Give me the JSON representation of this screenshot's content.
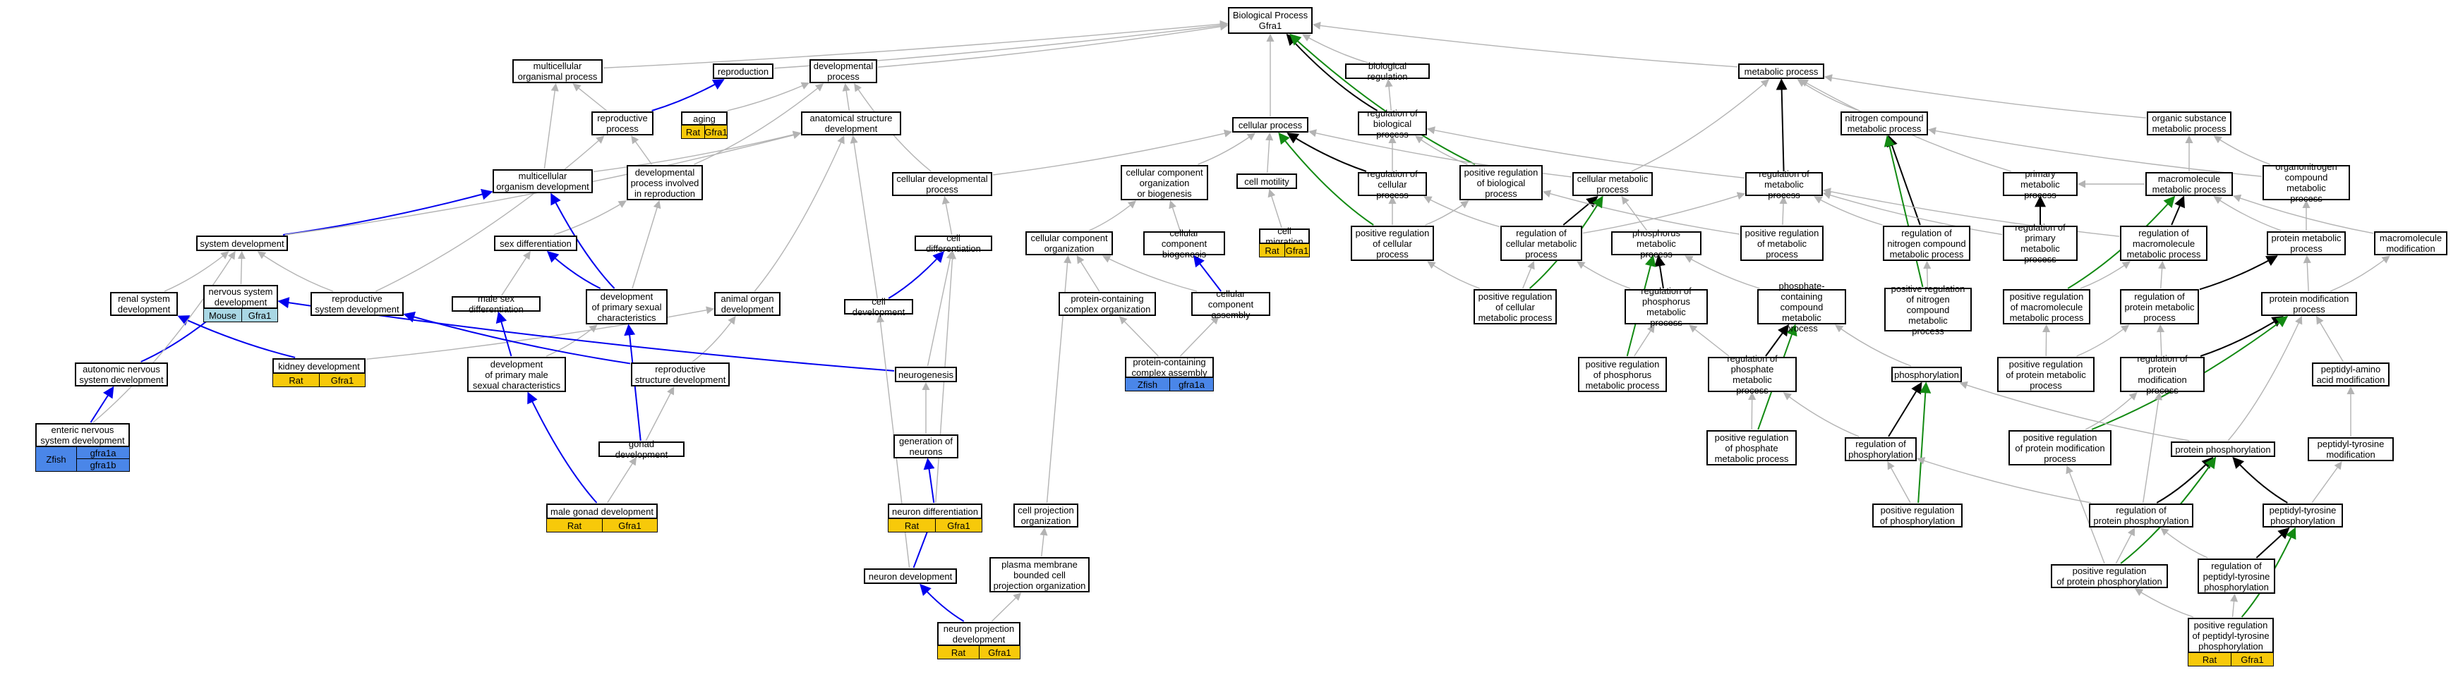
{
  "nodes": [
    {
      "id": "bp",
      "label": "Biological Process\nGfra1"
    },
    {
      "id": "multiorg",
      "label": "multicellular\norganismal process"
    },
    {
      "id": "reproduction",
      "label": "reproduction"
    },
    {
      "id": "devproc",
      "label": "developmental\nprocess"
    },
    {
      "id": "aging",
      "label": "aging"
    },
    {
      "id": "reproproc",
      "label": "reproductive\nprocess"
    },
    {
      "id": "anatdev",
      "label": "anatomical structure\ndevelopment"
    },
    {
      "id": "cellproc",
      "label": "cellular process"
    },
    {
      "id": "bioreg",
      "label": "biological regulation"
    },
    {
      "id": "regbio",
      "label": "regulation of\nbiological process"
    },
    {
      "id": "posregbio",
      "label": "positive regulation\nof biological\nprocess"
    },
    {
      "id": "metproc",
      "label": "metabolic process"
    },
    {
      "id": "multiorgdev",
      "label": "multicellular\norganism development"
    },
    {
      "id": "devrepro",
      "label": "developmental\nprocess involved\nin reproduction"
    },
    {
      "id": "celldevproc",
      "label": "cellular developmental\nprocess"
    },
    {
      "id": "ccob",
      "label": "cellular component\norganization\nor biogenesis"
    },
    {
      "id": "cellmotility",
      "label": "cell motility"
    },
    {
      "id": "regcell",
      "label": "regulation of\ncellular process"
    },
    {
      "id": "cellmet",
      "label": "cellular metabolic\nprocess"
    },
    {
      "id": "regmet",
      "label": "regulation of\nmetabolic process"
    },
    {
      "id": "ncmet",
      "label": "nitrogen compound\nmetabolic process"
    },
    {
      "id": "primmet",
      "label": "primary metabolic\nprocess"
    },
    {
      "id": "orgsubmet",
      "label": "organic substance\nmetabolic process"
    },
    {
      "id": "macromet",
      "label": "macromolecule\nmetabolic process"
    },
    {
      "id": "orgnitmet",
      "label": "organonitrogen\ncompound metabolic\nprocess"
    },
    {
      "id": "sysdev",
      "label": "system development"
    },
    {
      "id": "sexdiff",
      "label": "sex differentiation"
    },
    {
      "id": "celldiff",
      "label": "cell differentiation"
    },
    {
      "id": "ccorg",
      "label": "cellular component\norganization"
    },
    {
      "id": "ccbio",
      "label": "cellular component\nbiogenesis"
    },
    {
      "id": "cellmig",
      "label": "cell migration"
    },
    {
      "id": "posregcell",
      "label": "positive regulation\nof cellular\nprocess"
    },
    {
      "id": "regcellmet",
      "label": "regulation of\ncellular metabolic\nprocess"
    },
    {
      "id": "phosmet",
      "label": "phosphorus metabolic\nprocess"
    },
    {
      "id": "posregmet",
      "label": "positive regulation\nof metabolic\nprocess"
    },
    {
      "id": "regncmet",
      "label": "regulation of\nnitrogen compound\nmetabolic process"
    },
    {
      "id": "regprimmet",
      "label": "regulation of\nprimary metabolic\nprocess"
    },
    {
      "id": "regmacromet",
      "label": "regulation of\nmacromolecule\nmetabolic process"
    },
    {
      "id": "protmet",
      "label": "protein metabolic\nprocess"
    },
    {
      "id": "macromod",
      "label": "macromolecule\nmodification"
    },
    {
      "id": "renalsys",
      "label": "renal system\ndevelopment"
    },
    {
      "id": "nervsys",
      "label": "nervous system\ndevelopment"
    },
    {
      "id": "reprosys",
      "label": "reproductive\nsystem development"
    },
    {
      "id": "malesexdiff",
      "label": "male sex differentiation"
    },
    {
      "id": "devprimsex",
      "label": "development\nof primary sexual\ncharacteristics"
    },
    {
      "id": "animalorgan",
      "label": "animal organ\ndevelopment"
    },
    {
      "id": "celldev",
      "label": "cell development"
    },
    {
      "id": "pcco",
      "label": "protein-containing\ncomplex organization"
    },
    {
      "id": "ccassembly",
      "label": "cellular component\nassembly"
    },
    {
      "id": "posregcellmet",
      "label": "positive regulation\nof cellular\nmetabolic process"
    },
    {
      "id": "regphosmet",
      "label": "regulation of\nphosphorus metabolic\nprocess"
    },
    {
      "id": "phoscmpd",
      "label": "phosphate-containing\ncompound metabolic\nprocess"
    },
    {
      "id": "posregncmet",
      "label": "positive regulation\nof nitrogen\ncompound metabolic\nprocess"
    },
    {
      "id": "posregmacromet",
      "label": "positive regulation\nof macromolecule\nmetabolic process"
    },
    {
      "id": "regprotmet",
      "label": "regulation of\nprotein metabolic\nprocess"
    },
    {
      "id": "protmod",
      "label": "protein modification\nprocess"
    },
    {
      "id": "autonomic",
      "label": "autonomic nervous\nsystem development"
    },
    {
      "id": "kidney",
      "label": "kidney development"
    },
    {
      "id": "devprimmale",
      "label": "development\nof primary male\nsexual characteristics"
    },
    {
      "id": "reprostruct",
      "label": "reproductive\nstructure development"
    },
    {
      "id": "neurogenesis",
      "label": "neurogenesis"
    },
    {
      "id": "pcca",
      "label": "protein-containing\ncomplex assembly"
    },
    {
      "id": "posregphosmet",
      "label": "positive regulation\nof phosphorus\nmetabolic process"
    },
    {
      "id": "regphosphate",
      "label": "regulation of\nphosphate metabolic\nprocess"
    },
    {
      "id": "phosphorylation",
      "label": "phosphorylation"
    },
    {
      "id": "posregprotmet",
      "label": "positive regulation\nof protein metabolic\nprocess"
    },
    {
      "id": "regprotmod",
      "label": "regulation of\nprotein modification\nprocess"
    },
    {
      "id": "peptaa",
      "label": "peptidyl-amino\nacid modification"
    },
    {
      "id": "enteric",
      "label": "enteric nervous\nsystem development"
    },
    {
      "id": "gonaddev",
      "label": "gonad development"
    },
    {
      "id": "genneur",
      "label": "generation of\nneurons"
    },
    {
      "id": "posregphosphate",
      "label": "positive regulation\nof phosphate\nmetabolic process"
    },
    {
      "id": "regphosph",
      "label": "regulation of\nphosphorylation"
    },
    {
      "id": "posregprotmod",
      "label": "positive regulation\nof protein modification\nprocess"
    },
    {
      "id": "protphos",
      "label": "protein phosphorylation"
    },
    {
      "id": "peptyr",
      "label": "peptidyl-tyrosine\nmodification"
    },
    {
      "id": "malegonad",
      "label": "male gonad development"
    },
    {
      "id": "neurdiff",
      "label": "neuron differentiation"
    },
    {
      "id": "cellproj",
      "label": "cell projection\norganization"
    },
    {
      "id": "posregphosph",
      "label": "positive regulation\nof phosphorylation"
    },
    {
      "id": "regprotphos",
      "label": "regulation of\nprotein phosphorylation"
    },
    {
      "id": "peptyrphos",
      "label": "peptidyl-tyrosine\nphosphorylation"
    },
    {
      "id": "neurdev",
      "label": "neuron development"
    },
    {
      "id": "pmbcp",
      "label": "plasma membrane\nbounded cell\nprojection organization"
    },
    {
      "id": "posregprotphos",
      "label": "positive regulation\nof protein phosphorylation"
    },
    {
      "id": "regpeptyr",
      "label": "regulation of\npeptidyl-tyrosine\nphosphorylation"
    },
    {
      "id": "neurproj",
      "label": "neuron projection\ndevelopment"
    },
    {
      "id": "posregpeptyr",
      "label": "positive regulation\nof peptidyl-tyrosine\nphosphorylation"
    }
  ],
  "annotations": [
    {
      "node": "aging",
      "cells": [
        {
          "species": "Rat",
          "gene": "Gfra1"
        }
      ]
    },
    {
      "node": "cellmig",
      "cells": [
        {
          "species": "Rat",
          "gene": "Gfra1"
        }
      ]
    },
    {
      "node": "nervsys",
      "cells": [
        {
          "species": "Mouse",
          "gene": "Gfra1"
        }
      ]
    },
    {
      "node": "kidney",
      "cells": [
        {
          "species": "Rat",
          "gene": "Gfra1"
        }
      ]
    },
    {
      "node": "pcca",
      "cells": [
        {
          "species": "Zfish",
          "gene": "gfra1a"
        }
      ]
    },
    {
      "node": "enteric",
      "cells": [
        {
          "species": "Zfish",
          "gene": "gfra1a",
          "gene2": "gfra1b"
        }
      ]
    },
    {
      "node": "malegonad",
      "cells": [
        {
          "species": "Rat",
          "gene": "Gfra1"
        }
      ]
    },
    {
      "node": "neurdiff",
      "cells": [
        {
          "species": "Rat",
          "gene": "Gfra1"
        }
      ]
    },
    {
      "node": "neurproj",
      "cells": [
        {
          "species": "Rat",
          "gene": "Gfra1"
        }
      ]
    },
    {
      "node": "posregpeptyr",
      "cells": [
        {
          "species": "Rat",
          "gene": "Gfra1"
        }
      ]
    }
  ],
  "edge_colors": {
    "gray": "#b3b3b3",
    "black": "#000000",
    "blue": "#0000ee",
    "green": "#138a13"
  },
  "annotation_colors": {
    "Rat": "#f7c90a",
    "Zfish": "#4a86e8",
    "Mouse": "#a9d7e4"
  },
  "edges": [
    [
      "multiorg",
      "bp",
      "gray"
    ],
    [
      "reproduction",
      "bp",
      "gray"
    ],
    [
      "devproc",
      "bp",
      "gray"
    ],
    [
      "cellproc",
      "bp",
      "gray"
    ],
    [
      "bioreg",
      "bp",
      "gray"
    ],
    [
      "regbio",
      "bp",
      "black"
    ],
    [
      "posregbio",
      "bp",
      "green"
    ],
    [
      "metproc",
      "bp",
      "gray"
    ],
    [
      "reproproc",
      "reproduction",
      "blue"
    ],
    [
      "aging",
      "devproc",
      "gray"
    ],
    [
      "reproproc",
      "multiorg",
      "gray"
    ],
    [
      "anatdev",
      "devproc",
      "gray"
    ],
    [
      "multiorgdev",
      "multiorg",
      "gray"
    ],
    [
      "multiorgdev",
      "anatdev",
      "gray"
    ],
    [
      "devrepro",
      "reproproc",
      "gray"
    ],
    [
      "devrepro",
      "devproc",
      "gray"
    ],
    [
      "celldevproc",
      "devproc",
      "gray"
    ],
    [
      "celldevproc",
      "cellproc",
      "gray"
    ],
    [
      "ccob",
      "cellproc",
      "gray"
    ],
    [
      "cellmotility",
      "cellproc",
      "gray"
    ],
    [
      "regcell",
      "cellproc",
      "black"
    ],
    [
      "regcell",
      "regbio",
      "gray"
    ],
    [
      "posregbio",
      "regbio",
      "gray"
    ],
    [
      "regbio",
      "bioreg",
      "gray"
    ],
    [
      "posregcell",
      "cellproc",
      "green"
    ],
    [
      "cellmet",
      "cellproc",
      "gray"
    ],
    [
      "cellmet",
      "metproc",
      "gray"
    ],
    [
      "regmet",
      "metproc",
      "black"
    ],
    [
      "regmet",
      "regbio",
      "gray"
    ],
    [
      "ncmet",
      "metproc",
      "gray"
    ],
    [
      "primmet",
      "metproc",
      "gray"
    ],
    [
      "orgsubmet",
      "metproc",
      "gray"
    ],
    [
      "macromet",
      "primmet",
      "gray"
    ],
    [
      "macromet",
      "orgsubmet",
      "gray"
    ],
    [
      "orgnitmet",
      "orgsubmet",
      "gray"
    ],
    [
      "orgnitmet",
      "ncmet",
      "gray"
    ],
    [
      "sysdev",
      "multiorgdev",
      "blue"
    ],
    [
      "sysdev",
      "anatdev",
      "gray"
    ],
    [
      "sexdiff",
      "devrepro",
      "gray"
    ],
    [
      "celldiff",
      "celldevproc",
      "gray"
    ],
    [
      "ccorg",
      "ccob",
      "gray"
    ],
    [
      "ccbio",
      "ccob",
      "gray"
    ],
    [
      "cellmig",
      "cellmotility",
      "gray"
    ],
    [
      "posregcell",
      "regcell",
      "gray"
    ],
    [
      "posregcell",
      "posregbio",
      "gray"
    ],
    [
      "regcellmet",
      "cellmet",
      "black"
    ],
    [
      "regcellmet",
      "regmet",
      "gray"
    ],
    [
      "regcellmet",
      "regcell",
      "gray"
    ],
    [
      "phosmet",
      "cellmet",
      "gray"
    ],
    [
      "posregmet",
      "regmet",
      "gray"
    ],
    [
      "posregmet",
      "posregbio",
      "gray"
    ],
    [
      "regncmet",
      "ncmet",
      "black"
    ],
    [
      "regncmet",
      "regmet",
      "gray"
    ],
    [
      "regprimmet",
      "primmet",
      "black"
    ],
    [
      "regprimmet",
      "regmet",
      "gray"
    ],
    [
      "regmacromet",
      "macromet",
      "black"
    ],
    [
      "regmacromet",
      "regmet",
      "gray"
    ],
    [
      "protmet",
      "macromet",
      "gray"
    ],
    [
      "protmet",
      "orgnitmet",
      "gray"
    ],
    [
      "macromod",
      "macromet",
      "gray"
    ],
    [
      "renalsys",
      "sysdev",
      "gray"
    ],
    [
      "nervsys",
      "sysdev",
      "gray"
    ],
    [
      "reprosys",
      "sysdev",
      "gray"
    ],
    [
      "reprosys",
      "reproproc",
      "gray"
    ],
    [
      "malesexdiff",
      "sexdiff",
      "gray"
    ],
    [
      "devprimsex",
      "sexdiff",
      "blue"
    ],
    [
      "devprimsex",
      "multiorgdev",
      "blue"
    ],
    [
      "devprimsex",
      "devrepro",
      "gray"
    ],
    [
      "animalorgan",
      "anatdev",
      "gray"
    ],
    [
      "celldev",
      "celldiff",
      "blue"
    ],
    [
      "celldev",
      "anatdev",
      "gray"
    ],
    [
      "pcco",
      "ccorg",
      "gray"
    ],
    [
      "ccassembly",
      "ccbio",
      "blue"
    ],
    [
      "ccassembly",
      "ccorg",
      "gray"
    ],
    [
      "posregcellmet",
      "regcellmet",
      "gray"
    ],
    [
      "posregcellmet",
      "posregcell",
      "gray"
    ],
    [
      "posregcellmet",
      "cellmet",
      "green"
    ],
    [
      "regphosmet",
      "phosmet",
      "black"
    ],
    [
      "regphosmet",
      "regcellmet",
      "gray"
    ],
    [
      "phoscmpd",
      "phosmet",
      "gray"
    ],
    [
      "posregncmet",
      "regncmet",
      "gray"
    ],
    [
      "posregncmet",
      "ncmet",
      "green"
    ],
    [
      "posregmacromet",
      "regmacromet",
      "gray"
    ],
    [
      "posregmacromet",
      "macromet",
      "green"
    ],
    [
      "regprotmet",
      "protmet",
      "black"
    ],
    [
      "regprotmet",
      "regmacromet",
      "gray"
    ],
    [
      "protmod",
      "protmet",
      "gray"
    ],
    [
      "protmod",
      "macromod",
      "gray"
    ],
    [
      "autonomic",
      "nervsys",
      "blue"
    ],
    [
      "kidney",
      "renalsys",
      "blue"
    ],
    [
      "kidney",
      "animalorgan",
      "gray"
    ],
    [
      "devprimmale",
      "malesexdiff",
      "blue"
    ],
    [
      "devprimmale",
      "devprimsex",
      "gray"
    ],
    [
      "reprostruct",
      "reprosys",
      "blue"
    ],
    [
      "reprostruct",
      "animalorgan",
      "gray"
    ],
    [
      "neurogenesis",
      "nervsys",
      "blue"
    ],
    [
      "neurogenesis",
      "celldiff",
      "gray"
    ],
    [
      "pcca",
      "pcco",
      "gray"
    ],
    [
      "pcca",
      "ccassembly",
      "gray"
    ],
    [
      "posregphosmet",
      "regphosmet",
      "gray"
    ],
    [
      "posregphosmet",
      "phosmet",
      "green"
    ],
    [
      "regphosphate",
      "regphosmet",
      "gray"
    ],
    [
      "regphosphate",
      "phoscmpd",
      "black"
    ],
    [
      "phosphorylation",
      "phoscmpd",
      "gray"
    ],
    [
      "posregprotmet",
      "regprotmet",
      "gray"
    ],
    [
      "posregprotmet",
      "posregmacromet",
      "gray"
    ],
    [
      "regprotmod",
      "regprotmet",
      "gray"
    ],
    [
      "regprotmod",
      "protmod",
      "black"
    ],
    [
      "peptaa",
      "protmod",
      "gray"
    ],
    [
      "enteric",
      "autonomic",
      "blue"
    ],
    [
      "enteric",
      "sysdev",
      "gray"
    ],
    [
      "gonaddev",
      "reprostruct",
      "gray"
    ],
    [
      "gonaddev",
      "devprimsex",
      "blue"
    ],
    [
      "genneur",
      "neurogenesis",
      "gray"
    ],
    [
      "posregphosphate",
      "regphosphate",
      "gray"
    ],
    [
      "posregphosphate",
      "phoscmpd",
      "green"
    ],
    [
      "regphosph",
      "phosphorylation",
      "black"
    ],
    [
      "regphosph",
      "regphosphate",
      "gray"
    ],
    [
      "posregprotmod",
      "regprotmod",
      "gray"
    ],
    [
      "posregprotmod",
      "protmod",
      "green"
    ],
    [
      "protphos",
      "phosphorylation",
      "gray"
    ],
    [
      "protphos",
      "protmod",
      "gray"
    ],
    [
      "peptyr",
      "peptaa",
      "gray"
    ],
    [
      "malegonad",
      "gonaddev",
      "gray"
    ],
    [
      "malegonad",
      "devprimmale",
      "blue"
    ],
    [
      "neurdiff",
      "genneur",
      "blue"
    ],
    [
      "neurdiff",
      "celldiff",
      "gray"
    ],
    [
      "cellproj",
      "ccorg",
      "gray"
    ],
    [
      "posregphosph",
      "regphosph",
      "gray"
    ],
    [
      "posregphosph",
      "phosphorylation",
      "green"
    ],
    [
      "regprotphos",
      "protphos",
      "black"
    ],
    [
      "regprotphos",
      "regphosph",
      "gray"
    ],
    [
      "regprotphos",
      "regprotmod",
      "gray"
    ],
    [
      "peptyrphos",
      "protphos",
      "black"
    ],
    [
      "peptyrphos",
      "peptyr",
      "gray"
    ],
    [
      "neurdev",
      "neurdiff",
      "blue"
    ],
    [
      "neurdev",
      "celldev",
      "gray"
    ],
    [
      "pmbcp",
      "cellproj",
      "gray"
    ],
    [
      "posregprotphos",
      "regprotphos",
      "gray"
    ],
    [
      "posregprotphos",
      "protphos",
      "green"
    ],
    [
      "posregprotphos",
      "posregprotmod",
      "gray"
    ],
    [
      "regpeptyr",
      "peptyrphos",
      "black"
    ],
    [
      "regpeptyr",
      "regprotphos",
      "gray"
    ],
    [
      "neurproj",
      "neurdev",
      "blue"
    ],
    [
      "neurproj",
      "pmbcp",
      "gray"
    ],
    [
      "posregpeptyr",
      "regpeptyr",
      "gray"
    ],
    [
      "posregpeptyr",
      "peptyrphos",
      "green"
    ],
    [
      "posregpeptyr",
      "posregprotphos",
      "gray"
    ]
  ]
}
